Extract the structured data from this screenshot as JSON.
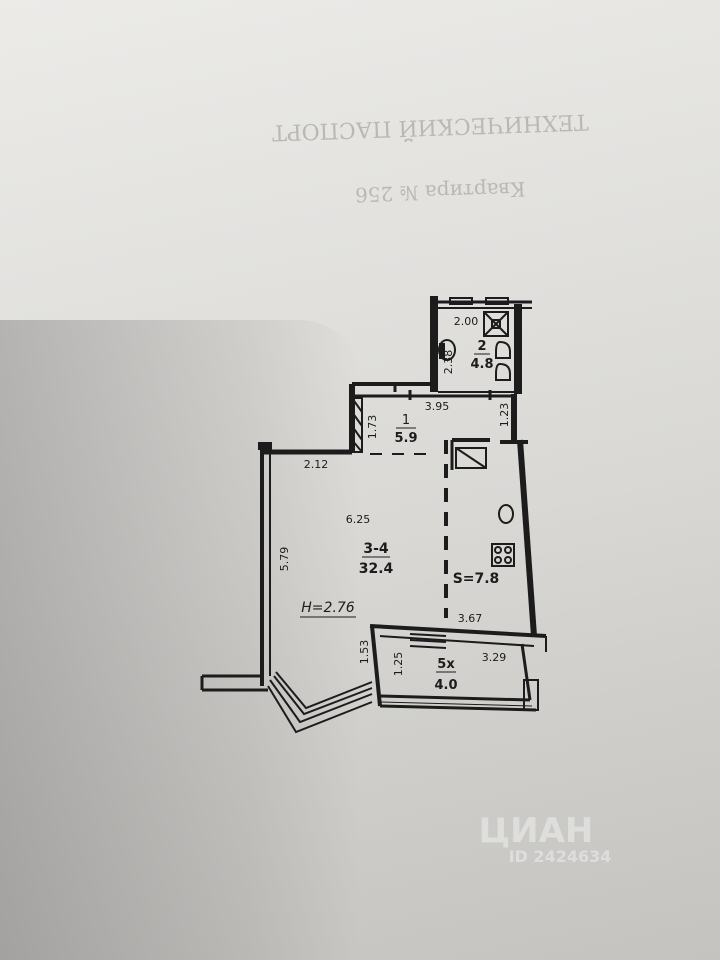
{
  "plan": {
    "ghost_header": {
      "line1": "ТЕХНИЧЕСКИЙ ПАСПОРТ",
      "line2": "Квартира № 256"
    },
    "rooms": [
      {
        "id": "2",
        "number": "2",
        "area": "4.8"
      },
      {
        "id": "1",
        "number": "1",
        "area": "5.9"
      },
      {
        "id": "3-4",
        "number": "3-4",
        "area": "32.4"
      },
      {
        "id": "kitchen",
        "number": "",
        "area": "S=7.8"
      },
      {
        "id": "5x",
        "number": "5х",
        "area": "4.0"
      }
    ],
    "dimensions": [
      "2.00",
      "2.38",
      "3.95",
      "1.73",
      "1.23",
      "2.12",
      "6.25",
      "5.79",
      "3.67",
      "1.53",
      "3.29",
      "1.25"
    ],
    "ceiling_height": "H=2.76"
  },
  "watermark": {
    "brand": "ЦИАН",
    "id": "ID 2424634"
  },
  "colors": {
    "ink": "#1c1c1c",
    "paper": "#e4e3e0"
  }
}
